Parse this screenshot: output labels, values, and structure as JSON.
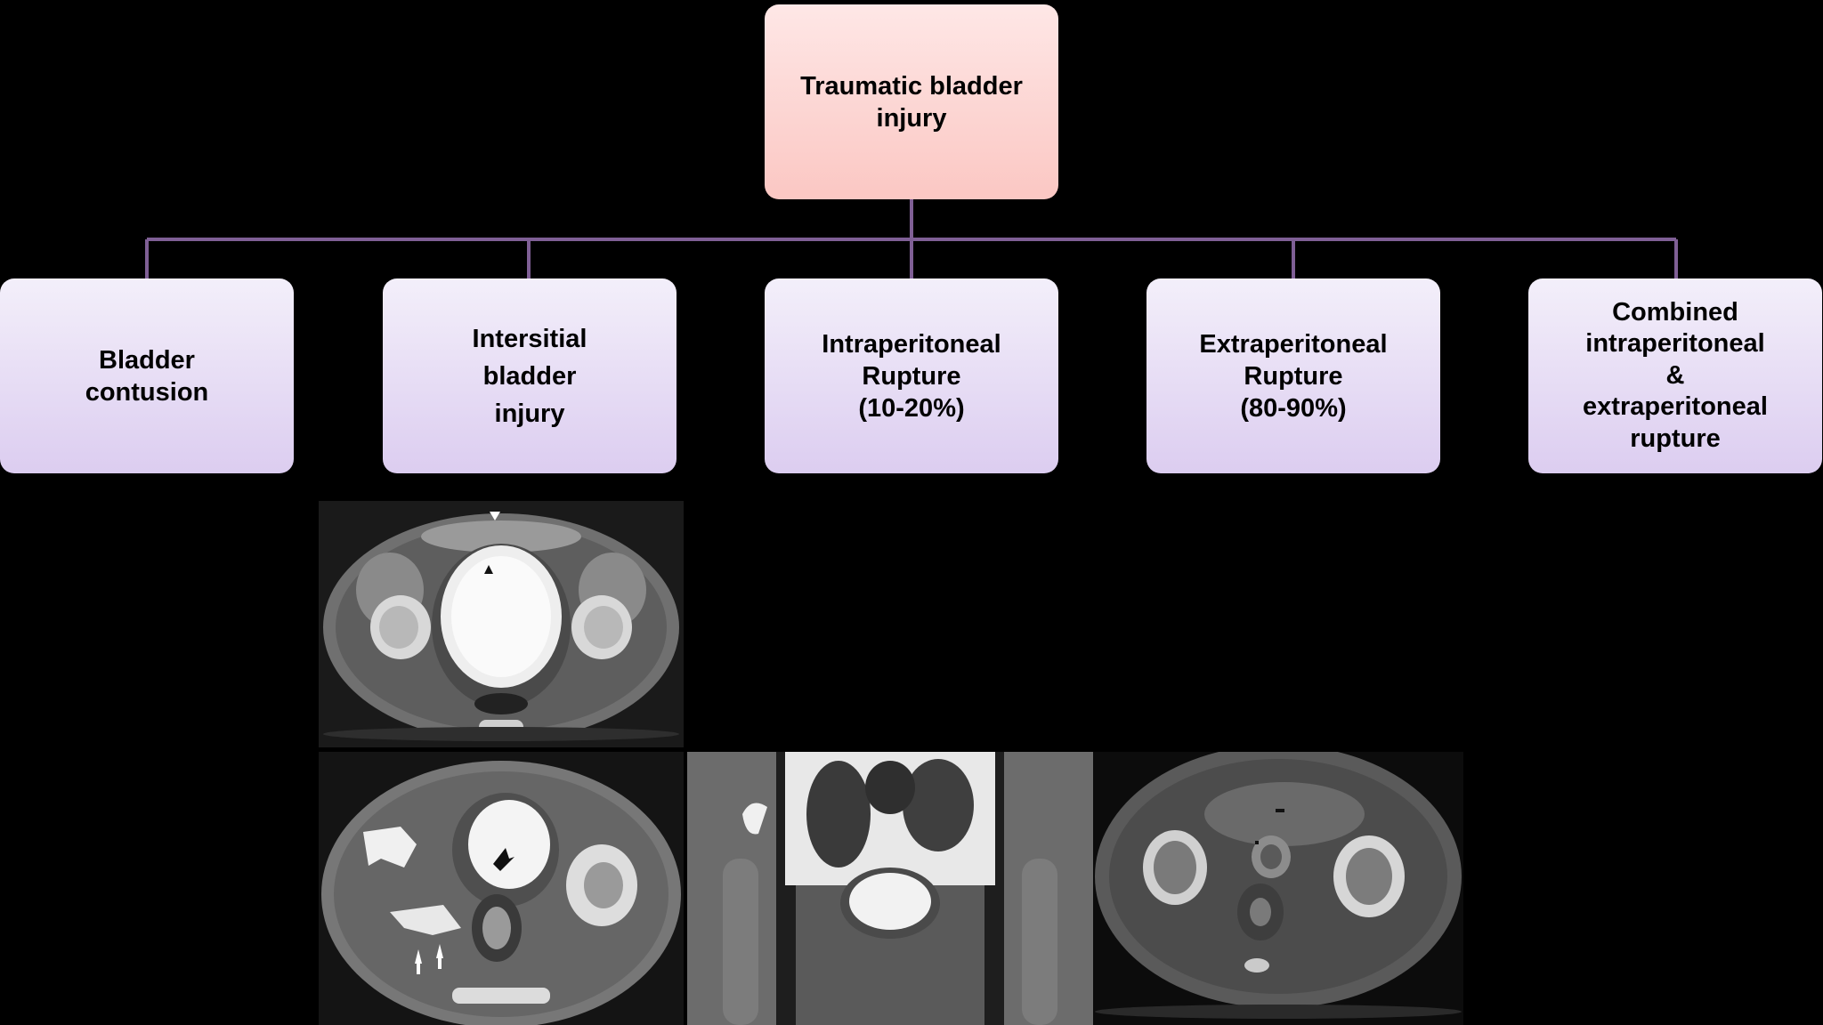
{
  "diagram": {
    "root": {
      "lines": [
        "Traumatic bladder",
        "injury"
      ]
    },
    "children": [
      {
        "lines": [
          "Bladder",
          "contusion"
        ]
      },
      {
        "lines": [
          "Intersitial",
          "bladder",
          "injury"
        ]
      },
      {
        "lines": [
          "Intraperitoneal",
          "Rupture",
          "(10-20%)"
        ]
      },
      {
        "lines": [
          "Extraperitoneal",
          "Rupture",
          "(80-90%)"
        ]
      },
      {
        "lines": [
          "Combined",
          "intraperitoneal",
          "&",
          "extraperitoneal",
          "rupture"
        ]
      }
    ],
    "colors": {
      "background": "#000000",
      "root_fill_top": "#fee7e6",
      "root_fill_bottom": "#fbc7c3",
      "child_fill_top": "#f3effa",
      "child_fill_bottom": "#dccdf0",
      "connector": "#7f5f95"
    }
  },
  "images": [
    {
      "name": "ct-axial-bladder-upper"
    },
    {
      "name": "ct-axial-bladder-lower"
    },
    {
      "name": "ct-coronal-pelvis"
    },
    {
      "name": "ct-axial-pelvis-bone"
    }
  ]
}
